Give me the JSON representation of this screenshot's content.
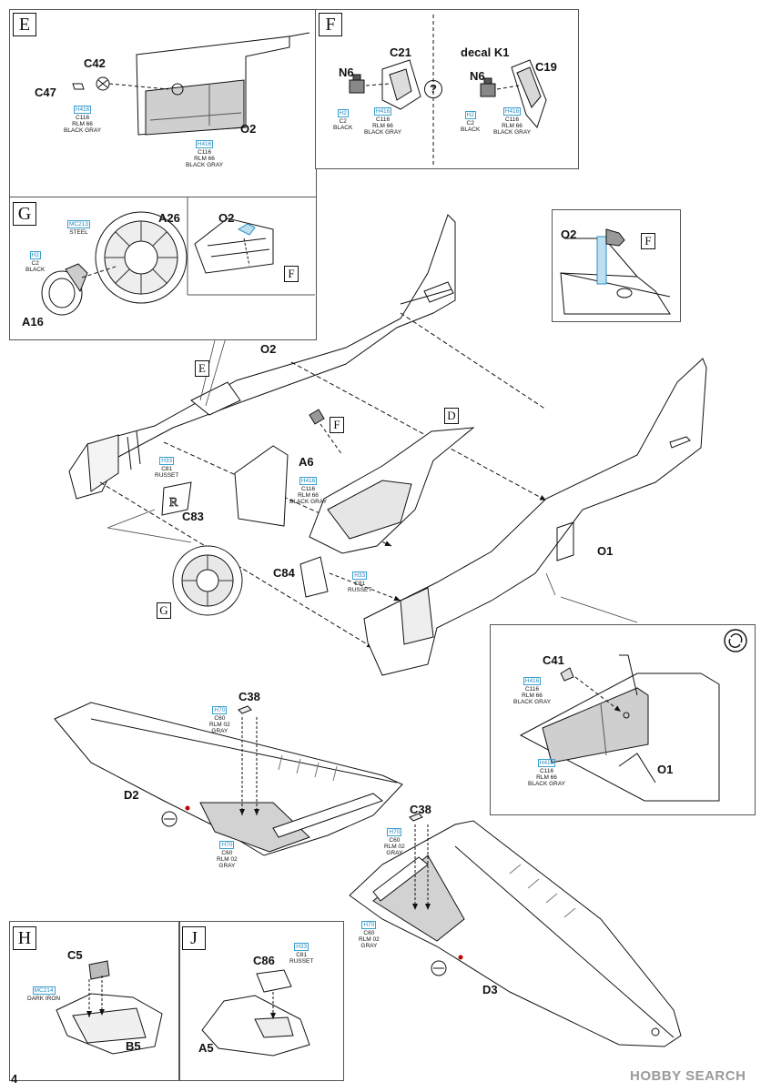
{
  "page_number": "4",
  "watermark": "HOBBY SEARCH",
  "steps": {
    "E": {
      "id": "E",
      "parts": {
        "c42": "C42",
        "c47": "C47",
        "o2": "O2"
      },
      "paint_a": {
        "code": "H416",
        "ref": "C116",
        "name": "RLM 66",
        "desc": "BLACK GRAY"
      },
      "paint_b": {
        "code": "H416",
        "ref": "C116",
        "name": "RLM 66",
        "desc": "BLACK GRAY"
      }
    },
    "F": {
      "id": "F",
      "parts": {
        "n6a": "N6",
        "c21": "C21",
        "decal": "decal K1",
        "n6b": "N6",
        "c19": "C19"
      },
      "paint_h2a": {
        "code": "H2",
        "ref": "C2",
        "desc": "BLACK"
      },
      "paint_h416a": {
        "code": "H416",
        "ref": "C116",
        "name": "RLM 66",
        "desc": "BLACK GRAY"
      },
      "paint_h2b": {
        "code": "H2",
        "ref": "C2",
        "desc": "BLACK"
      },
      "paint_h416b": {
        "code": "H416",
        "ref": "C116",
        "name": "RLM 66",
        "desc": "BLACK GRAY"
      },
      "question": "?"
    },
    "G": {
      "id": "G",
      "parts": {
        "a26": "A26",
        "a16": "A16",
        "o2": "O2",
        "f": "F"
      },
      "paint_mc": {
        "code": "MC213",
        "desc": "STEEL"
      },
      "paint_h2": {
        "code": "H2",
        "ref": "C2",
        "desc": "BLACK"
      }
    },
    "H": {
      "id": "H",
      "parts": {
        "c5": "C5",
        "b5": "B5"
      },
      "paint": {
        "code": "MC214",
        "desc": "DARK IRON"
      }
    },
    "J": {
      "id": "J",
      "parts": {
        "c86": "C86",
        "a5": "A5"
      },
      "paint": {
        "code": "H33",
        "ref": "C81",
        "desc": "RUSSET"
      }
    }
  },
  "main": {
    "o2": "O2",
    "e": "E",
    "f": "F",
    "d": "D",
    "g": "G",
    "a6": "A6",
    "c83": "C83",
    "c84": "C84",
    "o1": "O1",
    "paint_h33a": {
      "code": "H33",
      "ref": "C81",
      "desc": "RUSSET"
    },
    "paint_h416": {
      "code": "H416",
      "ref": "C116",
      "name": "RLM 66",
      "desc": "BLACK GRAY"
    },
    "paint_h33b": {
      "code": "H33",
      "ref": "C81",
      "desc": "RUSSET"
    }
  },
  "inset_tail": {
    "o2": "O2",
    "f": "F"
  },
  "inset_o1": {
    "c41": "C41",
    "o1": "O1",
    "rotate_icon": "rotate-icon",
    "paint_a": {
      "code": "H416",
      "ref": "C116",
      "name": "RLM 66",
      "desc": "BLACK GRAY"
    },
    "paint_b": {
      "code": "H416",
      "ref": "C116",
      "name": "RLM 66",
      "desc": "BLACK GRAY"
    }
  },
  "wings": {
    "c38a": "C38",
    "d2": "D2",
    "c38b": "C38",
    "d3": "D3",
    "paint_h70a": {
      "code": "H70",
      "ref": "C60",
      "name": "RLM 02",
      "desc": "GRAY"
    },
    "paint_h70b": {
      "code": "H70",
      "ref": "C60",
      "name": "RLM 02",
      "desc": "GRAY"
    },
    "paint_h70c": {
      "code": "H70",
      "ref": "C60",
      "name": "RLM 02",
      "desc": "GRAY"
    },
    "paint_h70d": {
      "code": "H70",
      "ref": "C60",
      "name": "RLM 02",
      "desc": "GRAY"
    }
  }
}
